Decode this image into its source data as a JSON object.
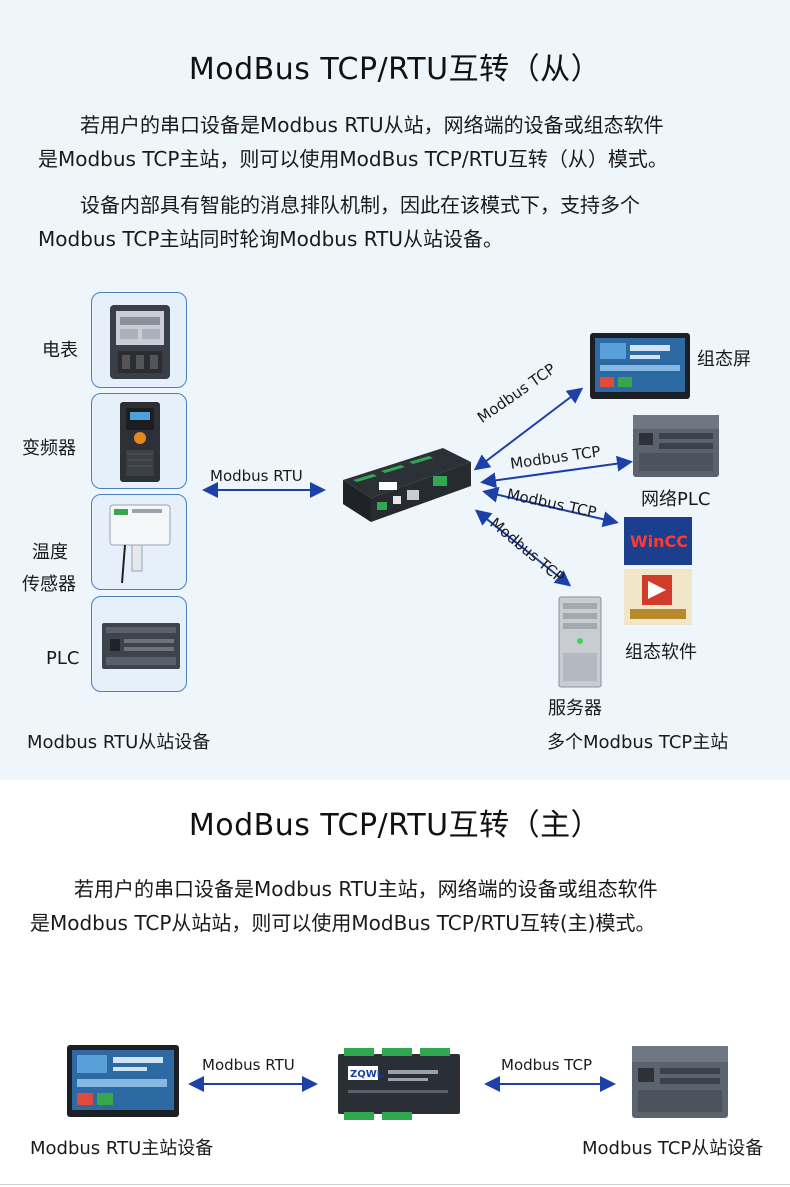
{
  "section1": {
    "title": "ModBus TCP/RTU互转（从）",
    "para1_line1": "若用户的串口设备是Modbus RTU从站，网络端的设备或组态软件",
    "para1_line2": "是Modbus TCP主站，则可以使用ModBus TCP/RTU互转（从）模式。",
    "para2_line1": "设备内部具有智能的消息排队机制，因此在该模式下，支持多个",
    "para2_line2": "Modbus TCP主站同时轮询Modbus RTU从站设备。",
    "devices_left": [
      {
        "label": "电表",
        "icon": "meter-icon"
      },
      {
        "label": "变频器",
        "icon": "inverter-icon"
      },
      {
        "label_line1": "温度",
        "label_line2": "传感器",
        "icon": "temperature-sensor-icon"
      },
      {
        "label": "PLC",
        "icon": "plc-icon"
      }
    ],
    "left_caption": "Modbus  RTU从站设备",
    "left_link_label": "Modbus  RTU",
    "right_links": [
      "Modbus TCP",
      "Modbus TCP",
      "Modbus TCP",
      "Modbus TCP"
    ],
    "devices_right": [
      {
        "label": "组态屏",
        "icon": "hmi-screen-icon"
      },
      {
        "label": "网络PLC",
        "icon": "network-plc-icon"
      },
      {
        "label": "组态软件",
        "icon": "scada-software-icon"
      },
      {
        "label": "服务器",
        "icon": "server-icon"
      }
    ],
    "right_caption": "多个Modbus TCP主站",
    "software_logo_text": "WinCC"
  },
  "section2": {
    "title": "ModBus TCP/RTU互转（主）",
    "para_line1": "若用户的串口设备是Modbus RTU主站，网络端的设备或组态软件",
    "para_line2": "是Modbus TCP从站站，则可以使用ModBus TCP/RTU互转(主)模式。",
    "left_link_label": "Modbus  RTU",
    "right_link_label": "Modbus  TCP",
    "left_caption": "Modbus  RTU主站设备",
    "right_caption": "Modbus TCP从站设备",
    "gateway_brand": "ZQWL"
  },
  "colors": {
    "background_top": "#eef6fc",
    "arrow_blue": "#1c3fa8",
    "box_border": "#4a7fc0",
    "gateway_green": "#2fa84f"
  }
}
